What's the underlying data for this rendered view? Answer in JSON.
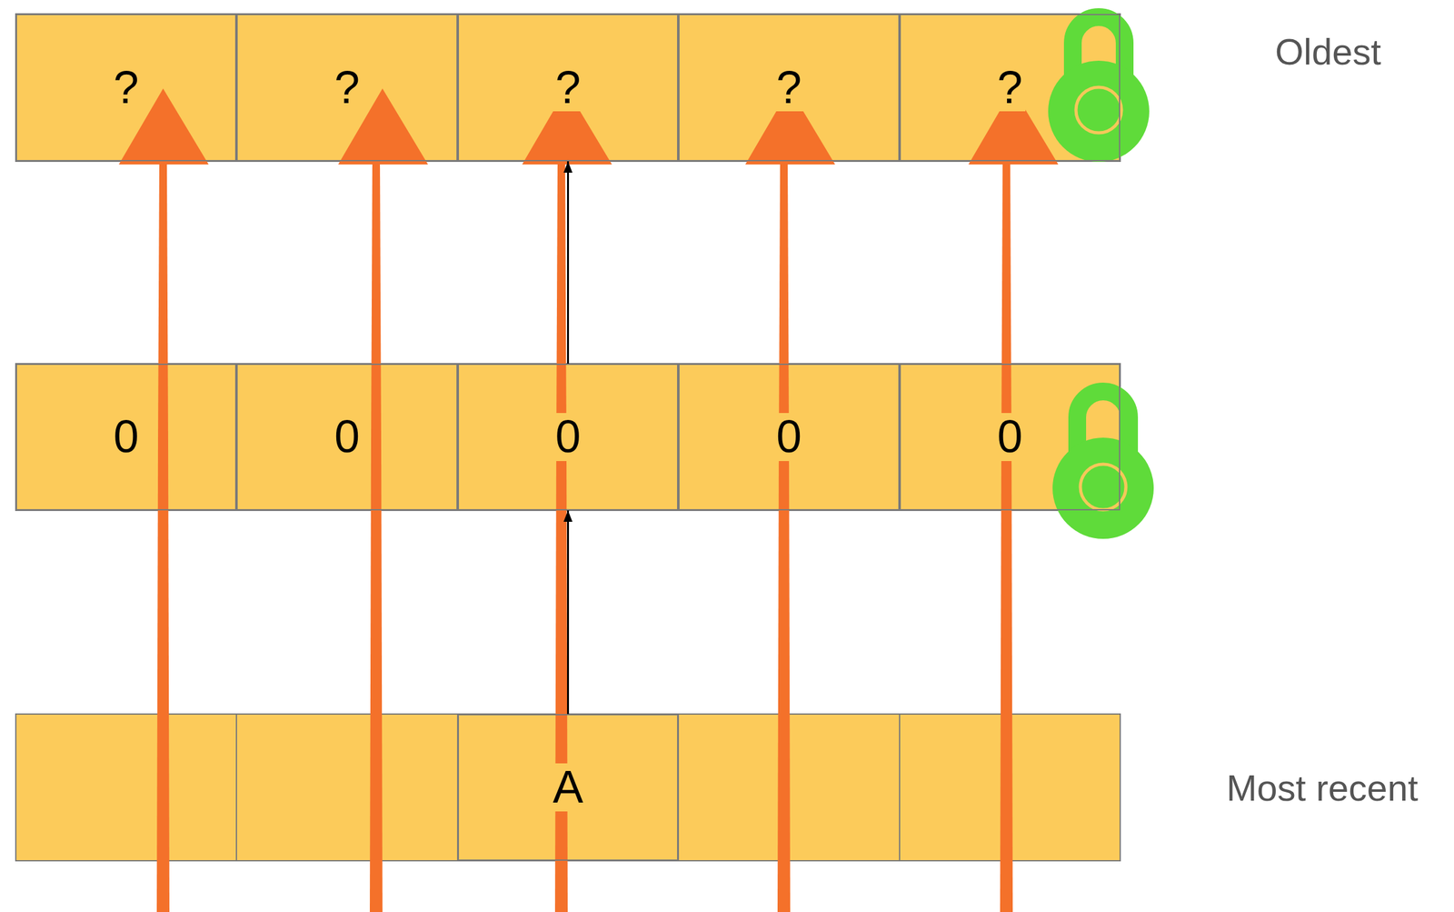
{
  "diagram": {
    "nodes": [
      {
        "text": [
          "?"
        ]
      },
      {
        "text": [
          "?"
        ]
      },
      {
        "text": [
          "?"
        ]
      },
      {
        "text": [
          "?"
        ]
      },
      {
        "text": [
          "?"
        ]
      },
      {
        "text": [
          "0"
        ]
      },
      {
        "text": [
          "0"
        ]
      },
      {
        "text": [
          "0"
        ]
      },
      {
        "text": [
          "0"
        ]
      },
      {
        "text": [
          "0"
        ]
      },
      {
        "text": [
          "A"
        ]
      }
    ],
    "edges": [
      {
        "from": 10,
        "to": 7,
        "arrow": "to"
      },
      {
        "from": 7,
        "to": 2,
        "arrow": "to"
      }
    ],
    "labels": [
      "Oldest",
      "Most recent"
    ]
  }
}
